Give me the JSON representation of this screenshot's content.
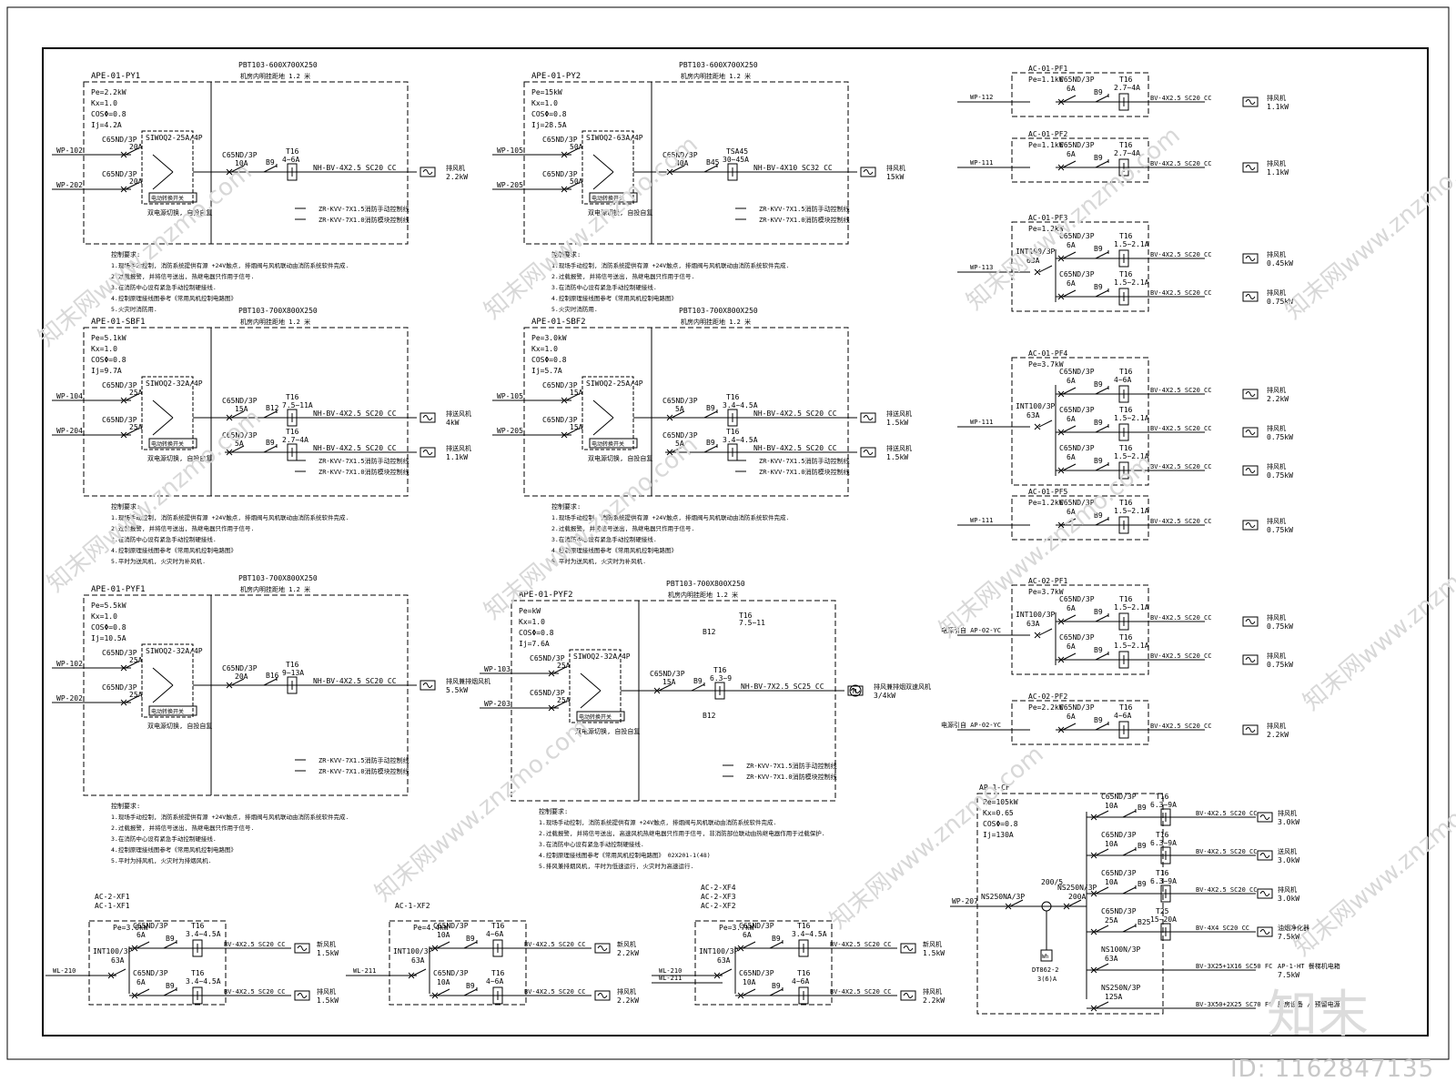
{
  "watermark": {
    "site": "知末网www.znzmo.com",
    "logo": "知末",
    "image_id": "ID: 1162847135"
  },
  "panels": [
    {
      "title": "APE-01-PY1",
      "box": "PBT103-600X700X250",
      "note": "机房内明挂距地 1.2 米",
      "params": [
        "Pe=2.2kW",
        "Kx=1.0",
        "COSΦ=0.8",
        "Ij=4.2A"
      ],
      "in1": "WP-102",
      "in2": "WP-202",
      "inbrk": "C65ND/3P",
      "inA": "20A",
      "ats": "SIWOQ2-25A/4P",
      "ats_lbl": "电动转换开关",
      "ats_note": "双电源切换, 自投自复",
      "out_brk": "C65ND/3P",
      "out_A": "10A",
      "out_cont": "B9",
      "out_relay": "T16",
      "out_rng": "4~6A",
      "cable": "NH-BV-4X2.5  SC20 CC",
      "load": "排风机",
      "loadkw": "2.2kW",
      "ctrl": [
        "ZR-KVV-7X1.5消防手动控制线",
        "ZR-KVV-7X1.0消防模块控制线"
      ],
      "req_title": "控制要求:",
      "req": [
        "1.现场手动控制, 消防系统提供有源 +24V触点, 排烟阀与风机联动由消防系统软件完成.",
        "2.过载报警, 并将信号送出, 热继电器只作用于信号.",
        "3.在消防中心设有紧急手动控制硬接线.",
        "4.控制原理接线图参考《常用风机控制电路图》",
        "5.火灾时消防用."
      ]
    },
    {
      "title": "APE-01-PY2",
      "box": "PBT103-600X700X250",
      "note": "机房内明挂距地 1.2 米",
      "params": [
        "Pe=15kW",
        "Kx=1.0",
        "COSΦ=0.8",
        "Ij=28.5A"
      ],
      "in1": "WP-105",
      "in2": "WP-205",
      "inbrk": "C65ND/3P",
      "inA": "50A",
      "ats": "SIWOQ2-63A/4P",
      "ats_lbl": "电动转换开关",
      "ats_note": "双电源切换, 自投自复",
      "out_brk": "C65ND/3P",
      "out_A": "40A",
      "out_cont": "B45",
      "out_relay": "TSA45",
      "out_rng": "30~45A",
      "cable": "NH-BV-4X10  SC32 CC",
      "load": "排风机",
      "loadkw": "15kW",
      "ctrl": [
        "ZR-KVV-7X1.5消防手动控制线",
        "ZR-KVV-7X1.0消防模块控制线"
      ],
      "req_title": "控制要求:",
      "req": [
        "1.现场手动控制, 消防系统提供有源 +24V触点, 排烟阀与风机联动由消防系统软件完成.",
        "2.过载报警, 并将信号送出, 热继电器只作用于信号.",
        "3.在消防中心设有紧急手动控制硬接线.",
        "4.控制原理接线图参考《常用风机控制电路图》",
        "5.火灾时消防用."
      ]
    },
    {
      "title": "APE-01-SBF1",
      "box": "PBT103-700X800X250",
      "note": "机房内明挂距地 1.2 米",
      "params": [
        "Pe=5.1kW",
        "Kx=1.0",
        "COSΦ=0.8",
        "Ij=9.7A"
      ],
      "in1": "WP-104",
      "in2": "WP-204",
      "inbrk": "C65ND/3P",
      "inA": "25A",
      "ats": "SIWOQ2-32A/4P",
      "ats_lbl": "电动转换开关",
      "ats_note": "双电源切换, 自投自复",
      "out_brk": "C65ND/3P",
      "out_A": "15A",
      "out_cont": "B12",
      "out_relay": "T16",
      "out_rng": "7.5~11A",
      "out2_A": "5A",
      "out2_cont": "B9",
      "out2_rng": "2.7~4A",
      "cable": "NH-BV-4X2.5  SC20 CC",
      "load": "排送风机",
      "loadkw": "4kW",
      "load2": "排送风机",
      "loadkw2": "1.1kW",
      "ctrl": [
        "ZR-KVV-7X1.5消防手动控制线",
        "ZR-KVV-7X1.0消防模块控制线"
      ],
      "req_title": "控制要求:",
      "req": [
        "1.现场手动控制, 消防系统提供有源 +24V触点, 排烟阀与风机联动由消防系统软件完成.",
        "2.过载报警, 并将信号送出, 热继电器只作用于信号.",
        "3.在消防中心设有紧急手动控制硬接线.",
        "4.控制原理接线图参考《常用风机控制电路图》",
        "5.平时为送风机, 火灾时为补风机."
      ]
    },
    {
      "title": "APE-01-SBF2",
      "box": "PBT103-700X800X250",
      "note": "机房内明挂距地 1.2 米",
      "params": [
        "Pe=3.0kW",
        "Kx=1.0",
        "COSΦ=0.8",
        "Ij=5.7A"
      ],
      "in1": "WP-105",
      "in2": "WP-205",
      "inbrk": "C65ND/3P",
      "inA": "15A",
      "ats": "SIWOQ2-25A/4P",
      "ats_lbl": "电动转换开关",
      "ats_note": "双电源切换, 自投自复",
      "out_brk": "C65ND/3P",
      "out_A": "5A",
      "out_cont": "B9",
      "out_relay": "T16",
      "out_rng": "3.4~4.5A",
      "out2_A": "5A",
      "out2_cont": "B9",
      "out2_rng": "3.4~4.5A",
      "cable": "NH-BV-4X2.5  SC20 CC",
      "load": "排送风机",
      "loadkw": "1.5kW",
      "load2": "排送风机",
      "loadkw2": "1.5kW",
      "ctrl": [
        "ZR-KVV-7X1.5消防手动控制线",
        "ZR-KVV-7X1.0消防模块控制线"
      ],
      "req_title": "控制要求:",
      "req": [
        "1.现场手动控制, 消防系统提供有源 +24V触点, 排烟阀与风机联动由消防系统软件完成.",
        "2.过载报警, 并将信号送出, 热继电器只作用于信号.",
        "3.在消防中心设有紧急手动控制硬接线.",
        "4.控制原理接线图参考《常用风机控制电路图》",
        "5.平时为送风机, 火灾时为补风机."
      ]
    },
    {
      "title": "APE-01-PYF1",
      "box": "PBT103-700X800X250",
      "note": "机房内明挂距地 1.2 米",
      "params": [
        "Pe=5.5kW",
        "Kx=1.0",
        "COSΦ=0.8",
        "Ij=10.5A"
      ],
      "in1": "WP-102",
      "in2": "WP-202",
      "inbrk": "C65ND/3P",
      "inA": "25A",
      "ats": "SIWOQ2-32A/4P",
      "ats_lbl": "电动转换开关",
      "ats_note": "双电源切换, 自投自复",
      "out_brk": "C65ND/3P",
      "out_A": "20A",
      "out_cont": "B16",
      "out_relay": "T16",
      "out_rng": "9~13A",
      "cable": "NH-BV-4X2.5  SC20 CC",
      "load": "排风兼排烟风机",
      "loadkw": "5.5kW",
      "ctrl": [
        "ZR-KVV-7X1.5消防手动控制线",
        "ZR-KVV-7X1.0消防模块控制线"
      ],
      "req_title": "控制要求:",
      "req": [
        "1.现场手动控制, 消防系统提供有源 +24V触点, 排烟阀与风机联动由消防系统软件完成.",
        "2.过载报警, 并将信号送出, 热继电器只作用于信号.",
        "3.在消防中心设有紧急手动控制硬接线.",
        "4.控制原理接线图参考《常用风机控制电路图》",
        "5.平时为排风机, 火灾时为排烟风机."
      ]
    },
    {
      "title": "APE-01-PYF2",
      "box": "PBT103-700X800X250",
      "note": "机房内明挂距地 1.2 米",
      "params": [
        "Pe=kW",
        "Kx=1.0",
        "COSΦ=0.8",
        "Ij=7.6A"
      ],
      "in1": "WP-103",
      "in2": "WP-203",
      "inbrk": "C65ND/3P",
      "inA": "25A",
      "ats": "SIWOQ2-32A/4P",
      "ats_lbl": "电动转换开关",
      "ats_note": "双电源切换, 自投自复",
      "out_brk": "C65ND/3P",
      "out_A": "15A",
      "out_cont": "B9",
      "out_relay": "T16",
      "out_rng": "6.3~9",
      "hi_cont": "B12",
      "hi_relay": "T16",
      "hi_rng": "7.5~11",
      "lo_cont": "B12",
      "cable": "NH-BV-7X2.5  SC25 CC",
      "load": "排风兼排烟双速风机",
      "loadkw": "3/4kW",
      "motor": "M",
      "ctrl": [
        "ZR-KVV-7X1.5消防手动控制线",
        "ZR-KVV-7X1.0消防模块控制线"
      ],
      "req_title": "控制要求:",
      "req": [
        "1.现场手动控制, 消防系统提供有源 +24V触点, 排烟阀与风机联动由消防系统软件完成.",
        "2.过载报警, 并将信号送出, 高速风机热继电器只作用于信号, 非消防部位联动由热继电器作用于过载保护.",
        "3.在消防中心设有紧急手动控制硬接线.",
        "4.控制原理接线图参考《常用风机控制电路图》 02X201-1(48)",
        "5.排风兼排烟风机, 平时为低速运行, 火灾时为高速运行."
      ]
    }
  ],
  "right_panels": [
    {
      "title": "AC-01-PF1",
      "pe": "Pe=1.1kW",
      "feed": "WP-112",
      "main": "",
      "rows": [
        {
          "brk": "C65ND/3P",
          "a": "6A",
          "cont": "B9",
          "relay": "T16",
          "rng": "2.7~4A",
          "cable": "BV-4X2.5  SC20 CC",
          "load": "排风机",
          "kw": "1.1kW"
        }
      ]
    },
    {
      "title": "AC-01-PF2",
      "pe": "Pe=1.1kW",
      "feed": "WP-111",
      "main": "",
      "rows": [
        {
          "brk": "C65ND/3P",
          "a": "6A",
          "cont": "B9",
          "relay": "T16",
          "rng": "2.7~4A",
          "cable": "BV-4X2.5  SC20 CC",
          "load": "排风机",
          "kw": "1.1kW"
        }
      ]
    },
    {
      "title": "AC-01-PF3",
      "pe": "Pe=1.2kW",
      "feed": "WP-113",
      "main": "INT100/3P",
      "mainA": "63A",
      "rows": [
        {
          "brk": "C65ND/3P",
          "a": "6A",
          "cont": "B9",
          "relay": "T16",
          "rng": "1.5~2.1A",
          "cable": "BV-4X2.5  SC20 CC",
          "load": "排风机",
          "kw": "0.45kW"
        },
        {
          "brk": "C65ND/3P",
          "a": "6A",
          "cont": "B9",
          "relay": "T16",
          "rng": "1.5~2.1A",
          "cable": "BV-4X2.5  SC20 CC",
          "load": "排风机",
          "kw": "0.75kW"
        }
      ]
    },
    {
      "title": "AC-01-PF4",
      "pe": "Pe=3.7kW",
      "feed": "WP-111",
      "main": "INT100/3P",
      "mainA": "63A",
      "rows": [
        {
          "brk": "C65ND/3P",
          "a": "6A",
          "cont": "B9",
          "relay": "T16",
          "rng": "4~6A",
          "cable": "BV-4X2.5  SC20 CC",
          "load": "排风机",
          "kw": "2.2kW"
        },
        {
          "brk": "C65ND/3P",
          "a": "6A",
          "cont": "B9",
          "relay": "T16",
          "rng": "1.5~2.1A",
          "cable": "BV-4X2.5  SC20 CC",
          "load": "排风机",
          "kw": "0.75kW"
        },
        {
          "brk": "C65ND/3P",
          "a": "6A",
          "cont": "B9",
          "relay": "T16",
          "rng": "1.5~2.1A",
          "cable": "BV-4X2.5  SC20 CC",
          "load": "排风机",
          "kw": "0.75kW"
        }
      ]
    },
    {
      "title": "AC-01-PF5",
      "pe": "Pe=1.2kW",
      "feed": "WP-111",
      "main": "",
      "rows": [
        {
          "brk": "C65ND/3P",
          "a": "6A",
          "cont": "B9",
          "relay": "T16",
          "rng": "1.5~2.1A",
          "cable": "BV-4X2.5  SC20 CC",
          "load": "排风机",
          "kw": "0.75kW"
        }
      ]
    },
    {
      "title": "AC-02-PF1",
      "pe": "Pe=3.7kW",
      "feed": "电源引自 AP-02-YC",
      "main": "INT100/3P",
      "mainA": "63A",
      "rows": [
        {
          "brk": "C65ND/3P",
          "a": "6A",
          "cont": "B9",
          "relay": "T16",
          "rng": "1.5~2.1A",
          "cable": "BV-4X2.5  SC20 CC",
          "load": "排风机",
          "kw": "0.75kW"
        },
        {
          "brk": "C65ND/3P",
          "a": "6A",
          "cont": "B9",
          "relay": "T16",
          "rng": "1.5~2.1A",
          "cable": "BV-4X2.5  SC20 CC",
          "load": "排风机",
          "kw": "0.75kW"
        }
      ]
    },
    {
      "title": "AC-02-PF2",
      "pe": "Pe=2.2kW",
      "feed": "电源引自 AP-02-YC",
      "main": "",
      "rows": [
        {
          "brk": "C65ND/3P",
          "a": "6A",
          "cont": "B9",
          "relay": "T16",
          "rng": "4~6A",
          "cable": "BV-4X2.5  SC20 CC",
          "load": "排风机",
          "kw": "2.2kW"
        }
      ]
    }
  ],
  "bottom_panels": [
    {
      "titles": [
        "AC-2-XF1",
        "AC-1-XF1"
      ],
      "pe": "Pe=3.0kW",
      "feed": "WL-210",
      "feed2": "",
      "main": "INT100/3P",
      "mainA": "63A",
      "rows": [
        {
          "brk": "C65ND/3P",
          "a": "6A",
          "cont": "B9",
          "relay": "T16",
          "rng": "3.4~4.5A",
          "cable": "BV-4X2.5  SC20 CC",
          "load": "新风机",
          "kw": "1.5kW"
        },
        {
          "brk": "C65ND/3P",
          "a": "6A",
          "cont": "B9",
          "relay": "T16",
          "rng": "3.4~4.5A",
          "cable": "BV-4X2.5  SC20 CC",
          "load": "排风机",
          "kw": "1.5kW"
        }
      ]
    },
    {
      "titles": [
        "AC-1-XF2"
      ],
      "pe": "Pe=4.4kW",
      "feed": "WL-211",
      "feed2": "",
      "main": "INT100/3P",
      "mainA": "63A",
      "rows": [
        {
          "brk": "C65ND/3P",
          "a": "10A",
          "cont": "B9",
          "relay": "T16",
          "rng": "4~6A",
          "cable": "BV-4X2.5  SC20 CC",
          "load": "新风机",
          "kw": "2.2kW"
        },
        {
          "brk": "C65ND/3P",
          "a": "10A",
          "cont": "B9",
          "relay": "T16",
          "rng": "4~6A",
          "cable": "BV-4X2.5  SC20 CC",
          "load": "排风机",
          "kw": "2.2kW"
        }
      ]
    },
    {
      "titles": [
        "AC-2-XF4",
        "AC-2-XF3",
        "AC-2-XF2"
      ],
      "pe": "Pe=3.7kW",
      "feed": "WL-210",
      "feed2": "WL-211",
      "main": "INT100/3P",
      "mainA": "63A",
      "rows": [
        {
          "brk": "C65ND/3P",
          "a": "6A",
          "cont": "B9",
          "relay": "T16",
          "rng": "3.4~4.5A",
          "cable": "BV-4X2.5  SC20 CC",
          "load": "新风机",
          "kw": "1.5kW"
        },
        {
          "brk": "C65ND/3P",
          "a": "10A",
          "cont": "B9",
          "relay": "T16",
          "rng": "4~6A",
          "cable": "BV-4X2.5  SC20 CC",
          "load": "排风机",
          "kw": "2.2kW"
        }
      ]
    }
  ],
  "apcf": {
    "title": "AP-1-CF",
    "params": [
      "Pe=105kW",
      "Kx=0.65",
      "COSΦ=0.8",
      "Ij=130A"
    ],
    "feed": "WP-207",
    "main": "NS250NA/3P",
    "ct": "200/5",
    "mainbrk": "NS250N/3P",
    "mainA": "200A",
    "meter": "DT862-2",
    "meter_rate": "3(6)A",
    "meter_sym": "Wh",
    "rows": [
      {
        "brk": "C65ND/3P",
        "a": "10A",
        "cont": "B9",
        "relay": "T16",
        "rng": "6.3~9A",
        "cable": "BV-4X2.5  SC20 CC",
        "load": "排风机",
        "kw": "3.0kW"
      },
      {
        "brk": "C65ND/3P",
        "a": "10A",
        "cont": "B9",
        "relay": "T16",
        "rng": "6.3~9A",
        "cable": "BV-4X2.5  SC20 CC",
        "load": "送风机",
        "kw": "3.0kW"
      },
      {
        "brk": "C65ND/3P",
        "a": "10A",
        "cont": "B9",
        "relay": "T16",
        "rng": "6.3~9A",
        "cable": "BV-4X2.5  SC20 CC",
        "load": "排风机",
        "kw": "3.0kW"
      },
      {
        "brk": "C65ND/3P",
        "a": "25A",
        "cont": "B25",
        "relay": "T25",
        "rng": "15~20A",
        "cable": "BV-4X4  SC20 CC",
        "load": "油烟净化器",
        "kw": "7.5kW"
      },
      {
        "brk": "NS100N/3P",
        "a": "63A",
        "cont": "",
        "relay": "",
        "rng": "",
        "cable": "BV-3X25+1X16  SC50 FC",
        "load": "AP-1-HT 餐梯机电箱",
        "kw": "7.5kW"
      },
      {
        "brk": "NS250N/3P",
        "a": "125A",
        "cont": "",
        "relay": "",
        "rng": "",
        "cable": "BV-3X50+2X25  SC70 FC",
        "load": "厨房设备 / 预留电源",
        "kw": ""
      }
    ]
  }
}
